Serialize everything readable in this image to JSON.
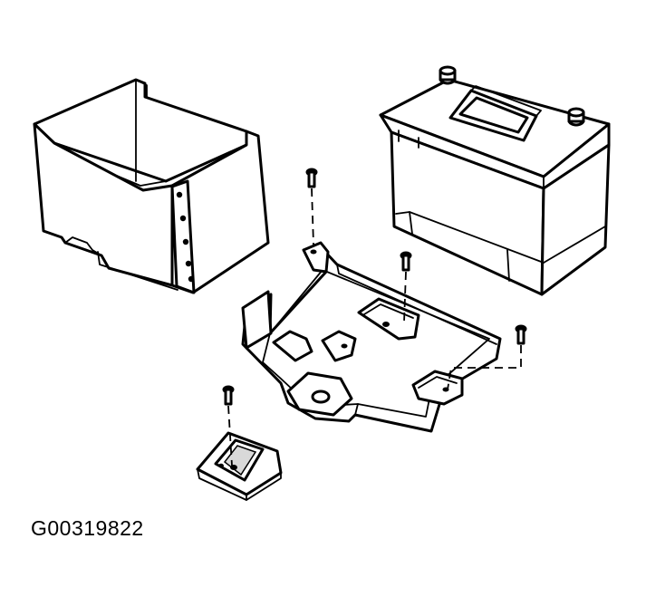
{
  "figure": {
    "id_label": "G00319822"
  },
  "parts": [
    {
      "name": "battery-insulator-box",
      "icon": "open-box-with-holes"
    },
    {
      "name": "battery",
      "icon": "battery-with-handle"
    },
    {
      "name": "battery-tray",
      "icon": "mounting-tray"
    },
    {
      "name": "hold-down-clamp",
      "icon": "bracket"
    },
    {
      "name": "bolts",
      "count": 4
    }
  ]
}
